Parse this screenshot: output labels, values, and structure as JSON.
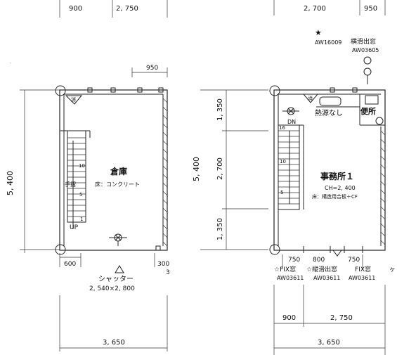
{
  "left_plan": {
    "dims": {
      "top_a": "900",
      "top_b": "2, 750",
      "side_950": "950",
      "height": "5, 400",
      "bottom_600": "600",
      "bottom_300": "300",
      "bottom_300b": "3",
      "overall": "3, 650"
    },
    "room_name": "倉庫",
    "floor_note": "床：コンクリート",
    "handrail": "手摺",
    "stair_10": "10",
    "stair_5": "5",
    "stair_1": "1",
    "up": "UP",
    "rain_mark": "消",
    "shutter_label": "シャッター",
    "shutter_size": "2, 540×2, 800"
  },
  "right_plan": {
    "dims": {
      "top_a": "2, 700",
      "top_b": "950",
      "height": "5, 400",
      "seg1": "1, 350",
      "seg2": "2, 700",
      "seg3": "1, 350",
      "win_a": "750",
      "win_b": "800",
      "win_c": "750",
      "bottom_a": "900",
      "bottom_b": "2, 750",
      "overall": "3, 650"
    },
    "star": "★",
    "aw_top": "AW16009",
    "window_top_label": "横滑出窓",
    "window_top_code": "AW03605",
    "no_heater": "熱源なし",
    "toilet": "便所",
    "dn": "DN",
    "stair_16": "16",
    "stair_10": "10",
    "stair_5": "5",
    "room_name": "事務所１",
    "ceiling_height": "CH=2, 400",
    "floor_note": "床：構造用合板＋CF",
    "rain_mark": "消",
    "windows": [
      {
        "label": "☆FIX窓",
        "code": "AW03611"
      },
      {
        "label": "☆縦滑出窓",
        "code": "AW03611"
      },
      {
        "label": "FIX窓",
        "code": "AW03611"
      }
    ],
    "edge_mark": "ヶ"
  }
}
